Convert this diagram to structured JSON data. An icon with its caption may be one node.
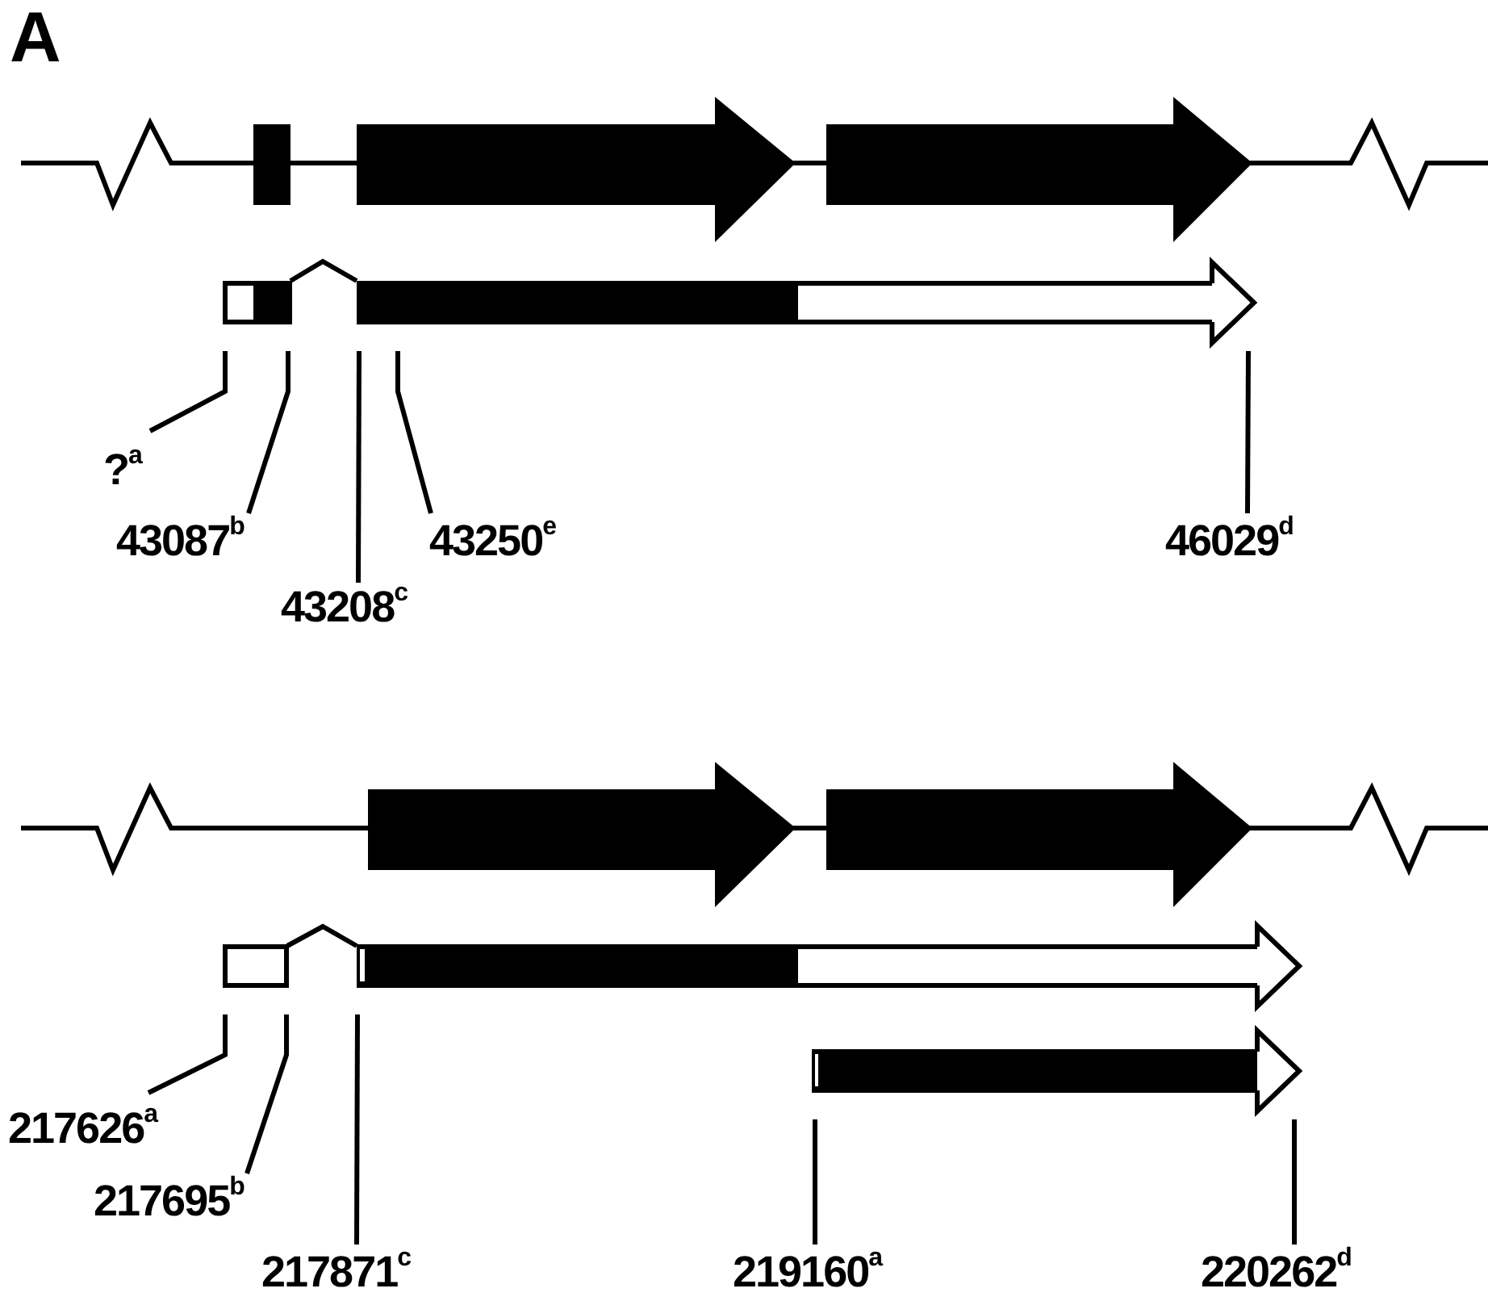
{
  "diagram": {
    "nodes": [
      {
        "text": [],
        "shape": "bar"
      },
      {
        "text": [
          "?$^{a}$"
        ]
      },
      {
        "text": [
          "43087$^{b}$"
        ]
      },
      {
        "text": [
          "43208$^{c}$"
        ]
      },
      {
        "text": [
          "43250$^{e}$"
        ]
      },
      {
        "text": [
          "46029$^{d}$"
        ]
      },
      {
        "text": [],
        "shape": "bar"
      },
      {
        "text": [],
        "shape": "bar"
      },
      {
        "text": [
          "217626$^{a}$"
        ]
      },
      {
        "text": [
          "217695$^{b}$"
        ]
      },
      {
        "text": [
          "217871$^{c}$"
        ]
      },
      {
        "text": [
          "219160$^{a}$"
        ]
      },
      {
        "text": [
          "220262$^{d}$"
        ]
      }
    ],
    "edges": [
      {
        "from": 1,
        "to": 0,
        "arrow": "none"
      },
      {
        "from": 2,
        "to": 0,
        "arrow": "none"
      },
      {
        "from": 3,
        "to": 0,
        "arrow": "none"
      },
      {
        "from": 4,
        "to": 0,
        "arrow": "none"
      },
      {
        "from": 5,
        "to": 0,
        "arrow": "none"
      },
      {
        "from": 8,
        "to": 6,
        "arrow": "none"
      },
      {
        "from": 9,
        "to": 6,
        "arrow": "none"
      },
      {
        "from": 10,
        "to": 6,
        "arrow": "none"
      },
      {
        "from": 11,
        "to": 7,
        "arrow": "none"
      },
      {
        "from": 12,
        "to": 7,
        "arrow": "none"
      }
    ],
    "labels": [
      "A"
    ]
  }
}
